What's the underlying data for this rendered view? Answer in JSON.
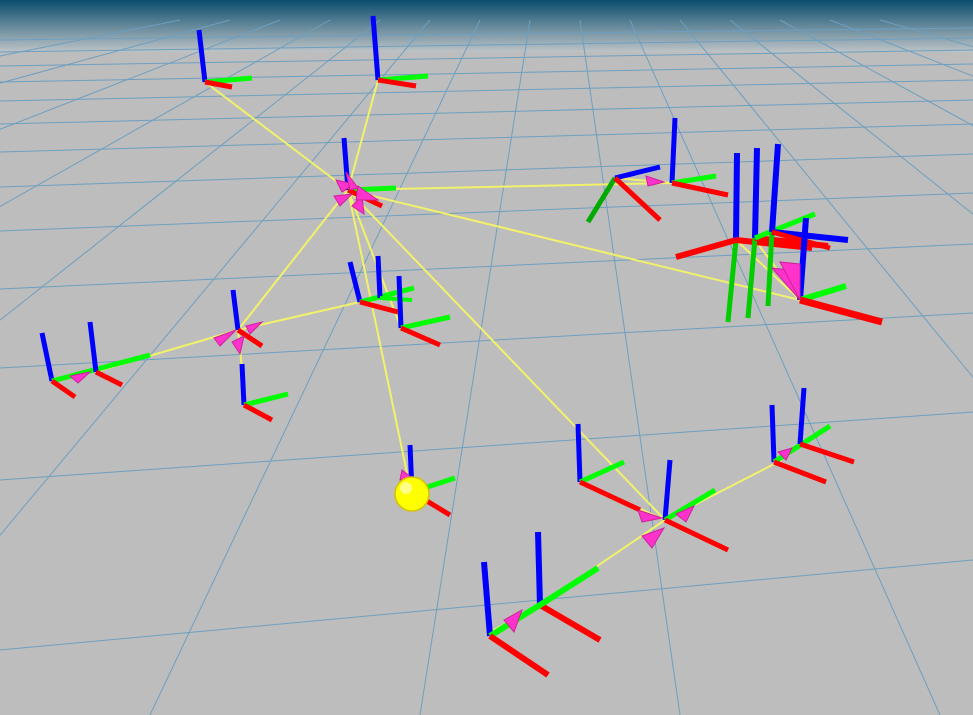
{
  "viewport": {
    "sky_top_color": "#0b4d6e",
    "sky_horizon_color": "#bdc3c6",
    "floor_color": "#bdbdbd",
    "grid_line_color": "#6d9fc0"
  },
  "colors": {
    "x_axis": "#ff0000",
    "y_axis": "#00ff00",
    "z_axis": "#0000ff",
    "link": "#ffff66",
    "arrow": "#ff33cc",
    "marker": "#ffff00"
  },
  "scene": {
    "frame_count": 30,
    "link_count": 18,
    "marker_count": 1,
    "description_icons": [
      "coordinate-frame-icon",
      "link-arrow-icon",
      "sphere-marker-icon"
    ]
  }
}
